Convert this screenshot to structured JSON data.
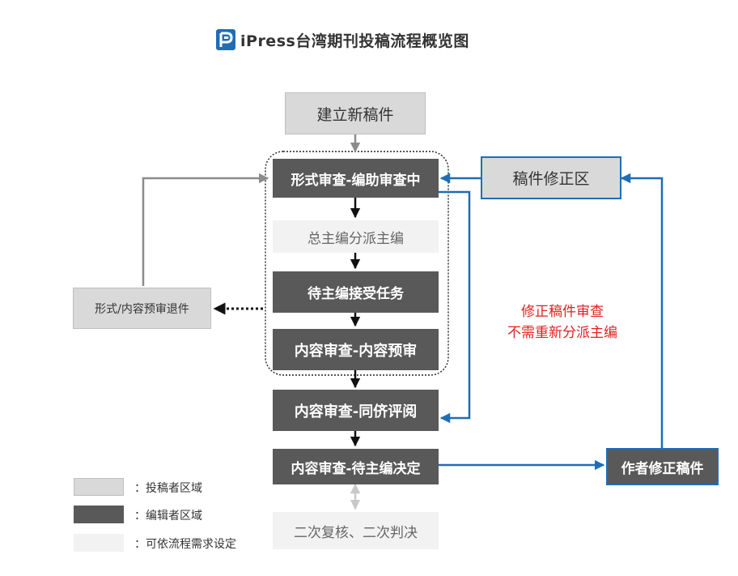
{
  "title": {
    "logo_icon": "ipress-logo-icon",
    "text": "iPress台湾期刊投稿流程概览图"
  },
  "nodes": {
    "create": "建立新稿件",
    "format_review": "形式审查-编助审查中",
    "chief_assign": "总主编分派主编",
    "accept_task": "待主编接受任务",
    "content_pre": "内容审查-内容预审",
    "peer_review": "内容审查-同侪评阅",
    "decision": "内容审查-待主编决定",
    "second_review": "二次复核、二次判决",
    "returned": "形式/内容预审退件",
    "revision_area": "稿件修正区",
    "author_revise": "作者修正稿件"
  },
  "note": {
    "line1": "修正稿件审查",
    "line2": "不需重新分派主编"
  },
  "legend": [
    {
      "label": "：投稿者区域",
      "color": "#d9d9d9"
    },
    {
      "label": "：编辑者区域",
      "color": "#595959"
    },
    {
      "label": "：可依流程需求设定",
      "color": "#f2f2f2"
    }
  ],
  "colors": {
    "blue_arrow": "#1f6db5",
    "gray_arrow": "#8c8c8c",
    "note_red": "#e02020"
  }
}
